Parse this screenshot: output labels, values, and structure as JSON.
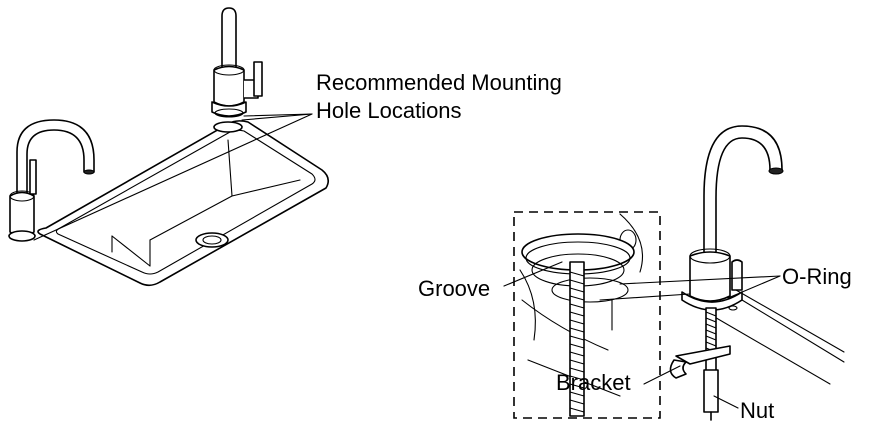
{
  "labels": {
    "mounting_line1": "Recommended Mounting",
    "mounting_line2": "Hole Locations",
    "groove": "Groove",
    "oring": "O-Ring",
    "bracket": "Bracket",
    "nut": "Nut"
  }
}
